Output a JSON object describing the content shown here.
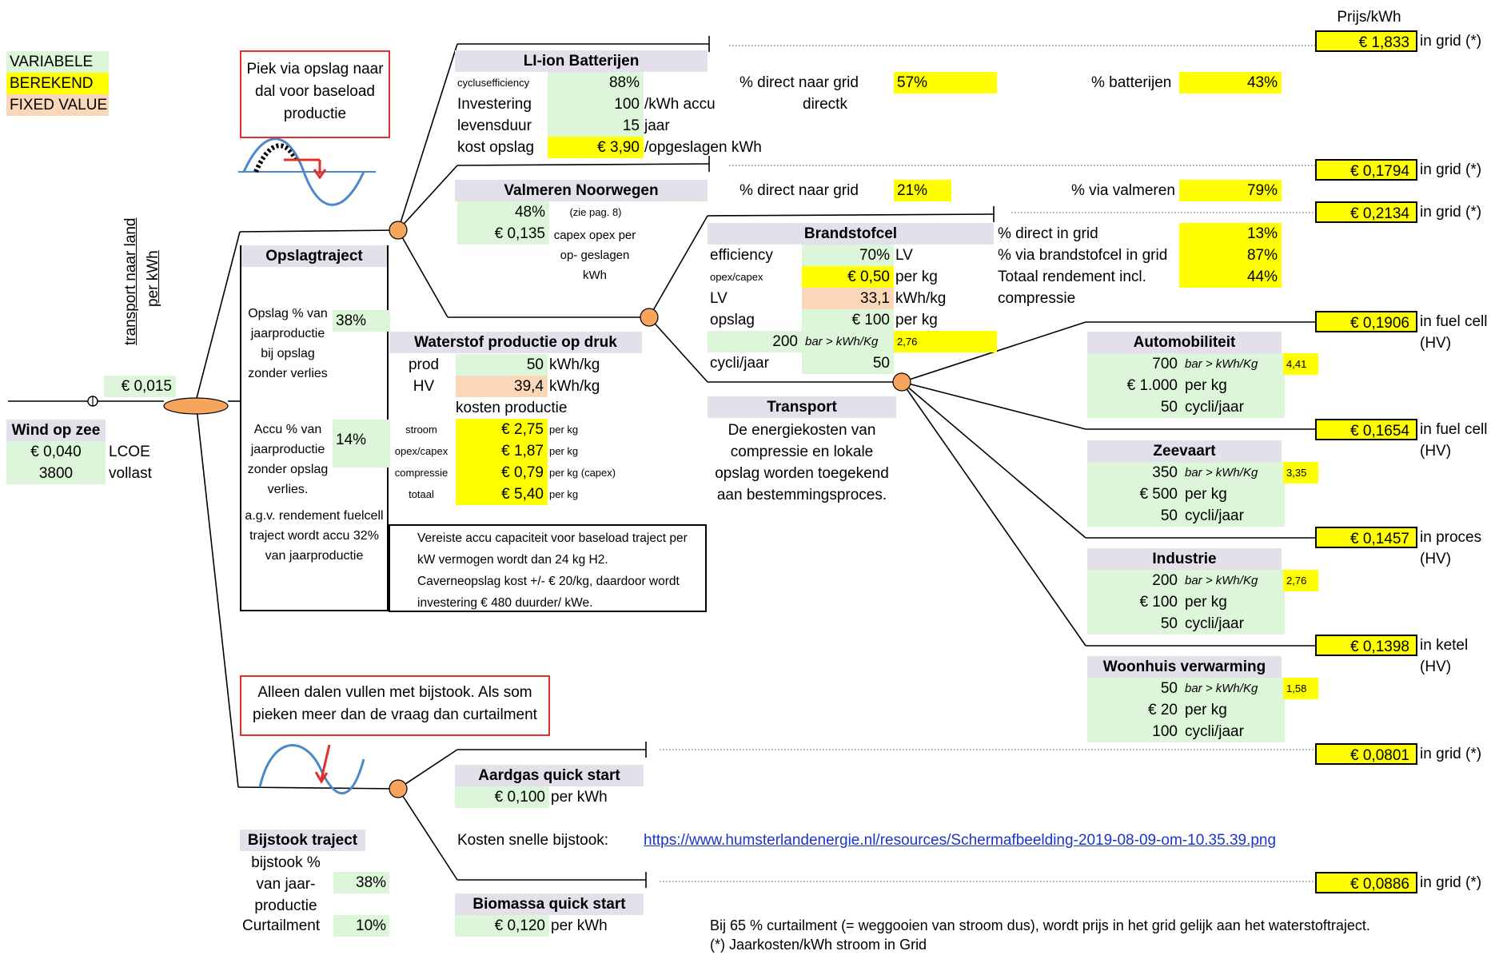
{
  "header": {
    "price_label": "Prijs/kWh"
  },
  "legend": {
    "variabele": "VARIABELE",
    "berekend": "BEREKEND",
    "fixed": "FIXED VALUE"
  },
  "vertical_label": {
    "line1": "transport naar land",
    "line2": "per kWh"
  },
  "source": {
    "title": "Wind op zee",
    "lcoe": "€ 0,040",
    "lcoe_label": "LCOE",
    "fullload": "3800",
    "fullload_label": "vollast",
    "transport": "€ 0,015"
  },
  "storage_note": {
    "text": "Piek via opslag naar dal voor baseload productie"
  },
  "batteries": {
    "title": "LI-ion Batterijen",
    "row1_label": "cyclusefficiency",
    "row1_value": "88%",
    "row2_label": "Investering",
    "row2_value": "100",
    "row2_unit": "/kWh accu",
    "row3_label": "levensduur",
    "row3_value": "15",
    "row3_unit": "jaar",
    "row4_label": "kost opslag",
    "row4_value": "€ 3,90",
    "row4_unit": "/opgeslagen kWh",
    "direct_label": "% direct naar grid",
    "direct_value": "57%",
    "directk": "directk",
    "via_label": "% batterijen",
    "via_value": "43%",
    "price": "€ 1,833",
    "price_note": "in grid (*)"
  },
  "valmeren": {
    "title": "Valmeren Noorwegen",
    "eff": "48%",
    "eff_note": "(zie pag. 8)",
    "cost": "€ 0,135",
    "cost_note": "capex opex per op- geslagen kWh",
    "direct_label": "% direct naar grid",
    "direct_value": "21%",
    "via_label": "% via valmeren",
    "via_value": "79%",
    "price1": "€ 0,1794",
    "price1_note": "in grid (*)",
    "price2": "€ 0,2134",
    "price2_note": "in grid (*)"
  },
  "opslag": {
    "title": "Opslagtraject",
    "pct_label": "Opslag % van jaarproductie bij opslag zonder verlies",
    "pct_value": "38%",
    "accu_label": "Accu % van jaarproductie zonder opslag verlies.",
    "accu_value": "14%",
    "note": "a.g.v. rendement fuelcell traject wordt accu 32% van jaarproductie"
  },
  "waterstof": {
    "title": "Waterstof productie op druk",
    "prod_label": "prod",
    "prod_value": "50",
    "prod_unit": "kWh/kg",
    "hv_label": "HV",
    "hv_value": "39,4",
    "hv_unit": "kWh/kg",
    "cost_title": "kosten productie",
    "stroom_label": "stroom",
    "stroom_value": "€ 2,75",
    "stroom_unit": "per kg",
    "opex_label": "opex/capex",
    "opex_value": "€ 1,87",
    "opex_unit": "per kg",
    "compr_label": "compressie",
    "compr_value": "€ 0,79",
    "compr_unit": "per kg (capex)",
    "total_label": "totaal",
    "total_value": "€ 5,40",
    "total_unit": "per kg",
    "note": "Vereiste accu capaciteit voor baseload traject per kW vermogen wordt dan 24 kg H2. Caverneopslag kost +/- € 20/kg, daardoor wordt investering  € 480 duurder/ kWe."
  },
  "fuelcell": {
    "title": "Brandstofcel",
    "eff_label": "efficiency",
    "eff_value": "70%",
    "eff_unit": "LV",
    "opex_label": "opex/capex",
    "opex_value": "€ 0,50",
    "opex_unit": "per kg",
    "lv_label": "LV",
    "lv_value": "33,1",
    "lv_unit": "kWh/kg",
    "opslag_label": "opslag",
    "opslag_value": "€ 100",
    "opslag_unit": "per kg",
    "bar_value": "200",
    "bar_unit": "bar > kWh/Kg",
    "bar_result": "2,76",
    "cycli_label": "cycli/jaar",
    "cycli_value": "50",
    "direct_label": "% direct in grid",
    "direct_value": "13%",
    "via_label": "% via brandstofcel in grid",
    "via_value": "87%",
    "total_label": "Totaal rendement incl. compressie",
    "total_value": "44%"
  },
  "transport": {
    "title": "Transport",
    "text": "De energiekosten van compressie en lokale opslag worden toegekend aan bestemmingsproces."
  },
  "destinations": [
    {
      "title": "Automobiliteit",
      "bar": "700",
      "bar_unit": "bar > kWh/Kg",
      "bar_result": "4,41",
      "cost": "€ 1.000",
      "cost_unit": "per kg",
      "cycli": "50",
      "cycli_unit": "cycli/jaar",
      "price": "€ 0,1906",
      "note1": "in fuel cell",
      "note2": "(HV)"
    },
    {
      "title": "Zeevaart",
      "bar": "350",
      "bar_unit": "bar > kWh/Kg",
      "bar_result": "3,35",
      "cost": "€ 500",
      "cost_unit": "per kg",
      "cycli": "50",
      "cycli_unit": "cycli/jaar",
      "price": "€ 0,1654",
      "note1": "in fuel cell",
      "note2": "(HV)"
    },
    {
      "title": "Industrie",
      "bar": "200",
      "bar_unit": "bar > kWh/Kg",
      "bar_result": "2,76",
      "cost": "€ 100",
      "cost_unit": "per kg",
      "cycli": "50",
      "cycli_unit": "cycli/jaar",
      "price": "€ 0,1457",
      "note1": "in proces",
      "note2": "(HV)"
    },
    {
      "title": "Woonhuis verwarming",
      "bar": "50",
      "bar_unit": "bar > kWh/Kg",
      "bar_result": "1,58",
      "cost": "€ 20",
      "cost_unit": "per kg",
      "cycli": "100",
      "cycli_unit": "cycli/jaar",
      "price": "€ 0,1398",
      "note1": "in ketel",
      "note2": "(HV)"
    }
  ],
  "bijstook_note": {
    "text": "Alleen dalen vullen met bijstook. Als som pieken meer dan de vraag dan curtailment"
  },
  "aardgas": {
    "title": "Aardgas quick start",
    "cost": "€ 0,100",
    "unit": "per kWh",
    "price": "€ 0,0801",
    "price_note": "in grid (*)"
  },
  "link": {
    "label": "Kosten snelle bijstook:",
    "url": "https://www.humsterlandenergie.nl/resources/Schermafbeelding-2019-08-09-om-10.35.39.png"
  },
  "biomassa": {
    "title": "Biomassa quick start",
    "cost": "€ 0,120",
    "unit": "per kWh",
    "price": "€ 0,0886",
    "price_note": "in grid (*)"
  },
  "bijstook": {
    "title": "Bijstook traject",
    "pct_label": "bijstook % van jaar- productie",
    "pct_value": "38%",
    "curt_label": "Curtailment",
    "curt_value": "10%"
  },
  "footer": {
    "line1": "Bij 65 % curtailment (= weggooien van stroom dus),  wordt prijs in het grid gelijk aan het waterstoftraject.",
    "line2": "(*) Jaarkosten/kWh stroom in Grid"
  }
}
